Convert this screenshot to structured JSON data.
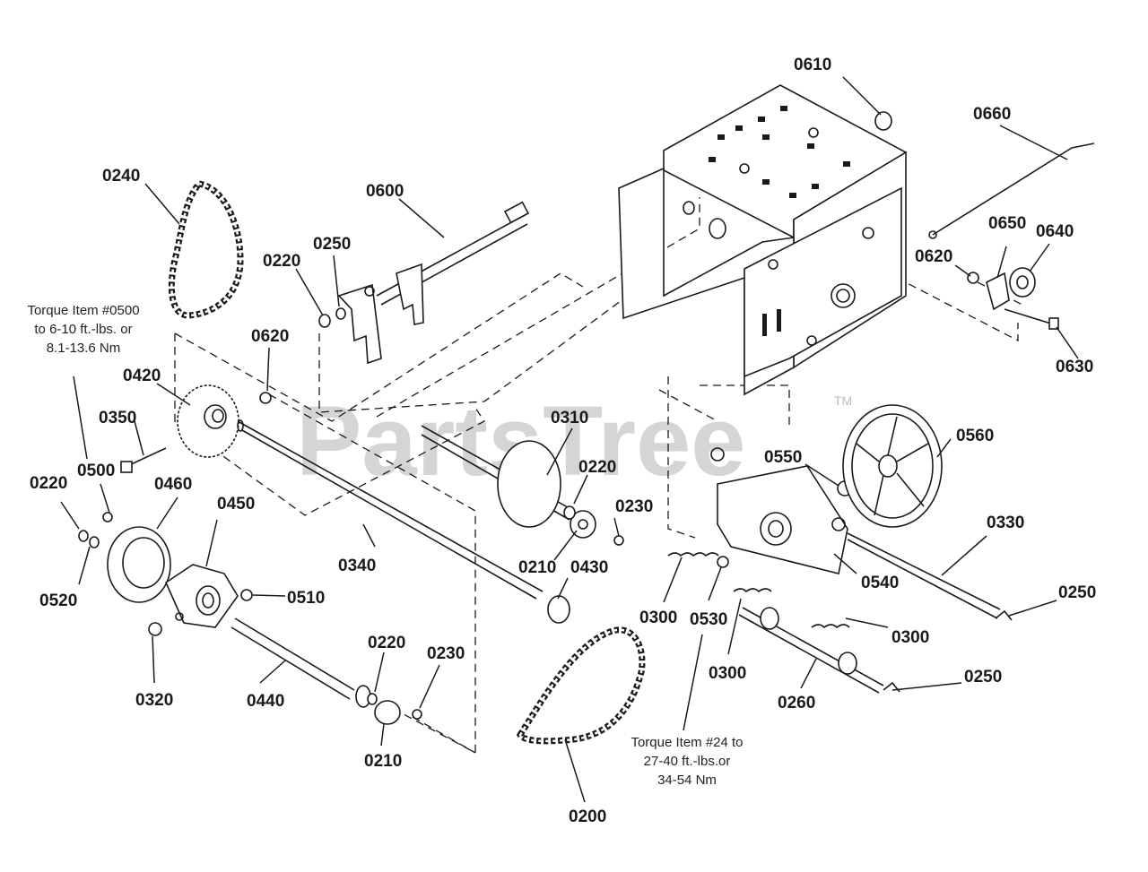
{
  "watermark": {
    "text": "PartsTree",
    "tm": "TM"
  },
  "notes": {
    "torque_0500": [
      "Torque Item #0500",
      "to 6-10 ft.-lbs. or",
      "8.1-13.6 Nm"
    ],
    "torque_24": [
      "Torque Item #24 to",
      "27-40 ft.-lbs.or",
      "34-54 Nm"
    ]
  },
  "callouts": {
    "c0610": "0610",
    "c0660": "0660",
    "c0240": "0240",
    "c0600": "0600",
    "c0250a": "0250",
    "c0220a": "0220",
    "c0650": "0650",
    "c0640": "0640",
    "c0620a": "0620",
    "c0620b": "0620",
    "c0630": "0630",
    "c0420": "0420",
    "c0350": "0350",
    "c0310": "0310",
    "c0560": "0560",
    "c0550": "0550",
    "c0220b": "0220",
    "c0500": "0500",
    "c0220c": "0220",
    "c0460": "0460",
    "c0450": "0450",
    "c0230a": "0230",
    "c0330": "0330",
    "c0340": "0340",
    "c0210a": "0210",
    "c0430": "0430",
    "c0540": "0540",
    "c0520": "0520",
    "c0510": "0510",
    "c0250b": "0250",
    "c0300a": "0300",
    "c0530": "0530",
    "c0300b": "0300",
    "c0220d": "0220",
    "c0230b": "0230",
    "c0300c": "0300",
    "c0250c": "0250",
    "c0320": "0320",
    "c0440": "0440",
    "c0260": "0260",
    "c0210b": "0210",
    "c0200": "0200"
  }
}
